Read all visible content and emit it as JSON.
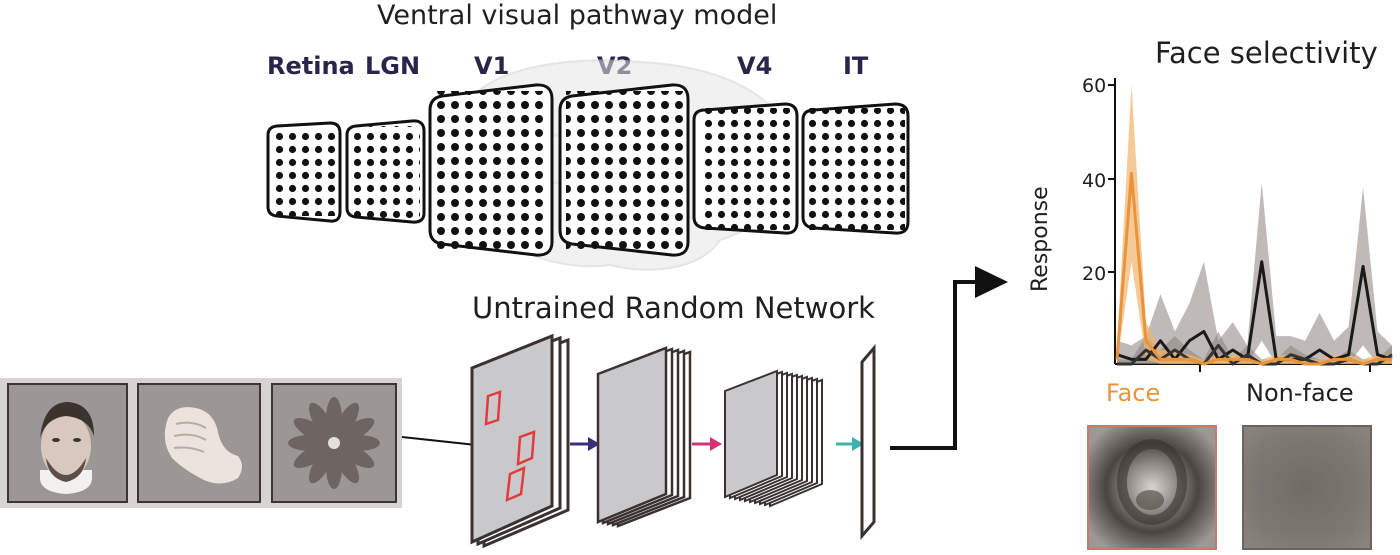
{
  "titles": {
    "model": "Ventral visual pathway model",
    "network": "Untrained Random Network",
    "selectivity": "Face selectivity"
  },
  "stages": [
    "Retina",
    "LGN",
    "V1",
    "V2",
    "V4",
    "IT"
  ],
  "chart_data": {
    "type": "line",
    "title": "Face selectivity",
    "ylabel": "Response",
    "ylim": [
      0,
      60
    ],
    "yticks": [
      20,
      40,
      60
    ],
    "x": [
      1,
      2,
      3,
      4,
      5,
      6,
      7,
      8,
      9,
      10,
      11,
      12,
      13,
      14,
      15,
      16,
      17,
      18,
      19,
      20
    ],
    "groups": {
      "face": "Face",
      "nonface": "Non-face"
    },
    "series": [
      {
        "values": [
          1,
          41,
          5,
          1,
          1,
          1,
          0,
          1,
          1,
          1,
          0,
          1,
          1,
          0,
          0,
          1,
          1,
          0,
          1,
          1
        ],
        "band": [
          3,
          19,
          4,
          2,
          2,
          1,
          1,
          1,
          1,
          1,
          1,
          1,
          1,
          1,
          1,
          1,
          1,
          1,
          1,
          1
        ],
        "color": "#e8943b"
      },
      {
        "values": [
          2,
          1,
          1,
          5,
          1,
          5,
          7,
          1,
          3,
          1,
          22,
          1,
          1,
          1,
          3,
          1,
          2,
          21,
          2,
          1
        ],
        "band": [
          3,
          3,
          5,
          10,
          6,
          8,
          15,
          4,
          6,
          3,
          17,
          5,
          5,
          4,
          8,
          4,
          6,
          17,
          5,
          3
        ],
        "color": "#1a1a1a"
      },
      {
        "values": [
          0,
          0,
          3,
          1,
          3,
          1,
          0,
          4,
          0,
          2,
          0,
          0,
          2,
          1,
          0,
          0,
          1,
          0,
          0,
          2
        ],
        "band": [
          1,
          1,
          3,
          2,
          3,
          2,
          1,
          3,
          1,
          2,
          1,
          1,
          2,
          1,
          1,
          1,
          2,
          1,
          1,
          2
        ],
        "color": "#333333"
      }
    ]
  },
  "colors": {
    "arrow1": "#3b2f7a",
    "arrow2": "#d6327a",
    "arrow3": "#3bb3ad",
    "rf_box": "#e23b3b",
    "face_frame": "#c9786c"
  }
}
